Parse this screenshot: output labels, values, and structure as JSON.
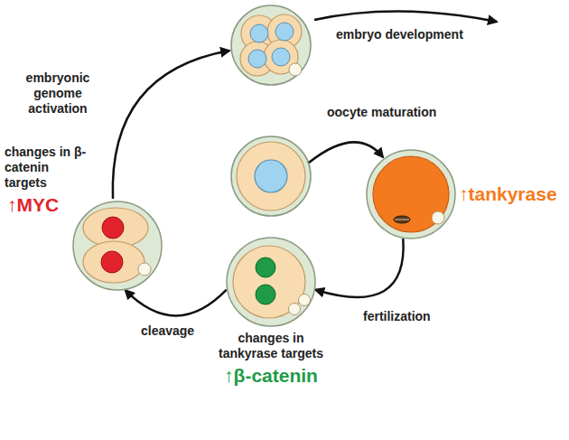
{
  "diagram": {
    "nodes": [
      {
        "text": [
          "↑tankyrase"
        ]
      },
      {
        "text": [
          "changes in tankyrase targets",
          "↑β-catenin"
        ]
      },
      {
        "text": [
          "changes in β-catenin targets",
          "↑MYC"
        ]
      }
    ],
    "edges": [
      {
        "from": 0,
        "to": 1,
        "arrow": "to",
        "label": "fertilization"
      },
      {
        "from": 1,
        "to": 2,
        "arrow": "to",
        "label": "cleavage"
      }
    ],
    "labels": [
      "embryo development",
      "embryonic genome activation",
      "oocyte maturation"
    ]
  }
}
